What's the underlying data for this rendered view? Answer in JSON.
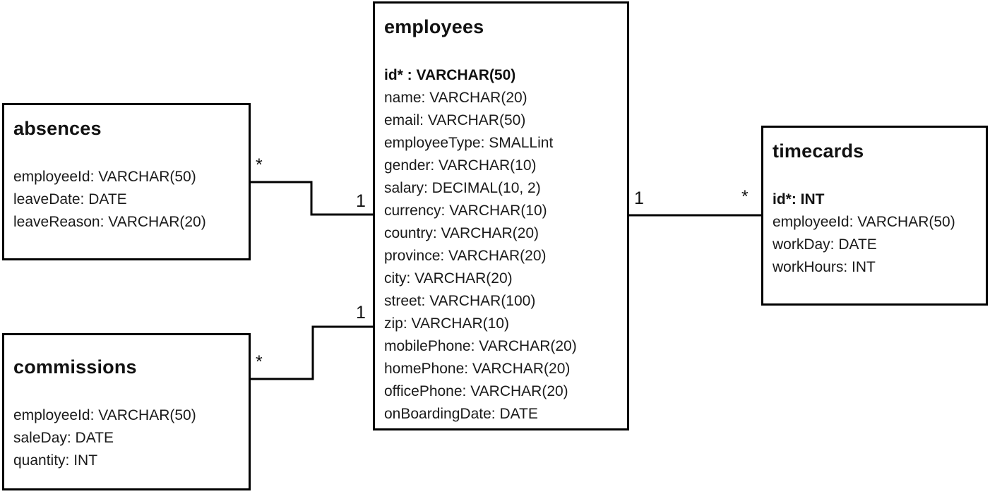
{
  "diagram": {
    "background_color": "#ffffff",
    "stroke_color": "#000000",
    "text_color": "#1a1a1a"
  },
  "entities": {
    "employees": {
      "title": "employees",
      "fields": [
        {
          "text": "id* : VARCHAR(50)",
          "bold": true
        },
        {
          "text": "name: VARCHAR(20)",
          "bold": false
        },
        {
          "text": "email: VARCHAR(50)",
          "bold": false
        },
        {
          "text": "employeeType: SMALLint",
          "bold": false
        },
        {
          "text": "gender: VARCHAR(10)",
          "bold": false
        },
        {
          "text": "salary: DECIMAL(10, 2)",
          "bold": false
        },
        {
          "text": "currency: VARCHAR(10)",
          "bold": false
        },
        {
          "text": "country: VARCHAR(20)",
          "bold": false
        },
        {
          "text": "province: VARCHAR(20)",
          "bold": false
        },
        {
          "text": "city: VARCHAR(20)",
          "bold": false
        },
        {
          "text": "street: VARCHAR(100)",
          "bold": false
        },
        {
          "text": "zip: VARCHAR(10)",
          "bold": false
        },
        {
          "text": "mobilePhone: VARCHAR(20)",
          "bold": false
        },
        {
          "text": "homePhone: VARCHAR(20)",
          "bold": false
        },
        {
          "text": "officePhone: VARCHAR(20)",
          "bold": false
        },
        {
          "text": "onBoardingDate: DATE",
          "bold": false
        }
      ]
    },
    "absences": {
      "title": "absences",
      "fields": [
        {
          "text": "employeeId: VARCHAR(50)",
          "bold": false
        },
        {
          "text": "leaveDate: DATE",
          "bold": false
        },
        {
          "text": "leaveReason: VARCHAR(20)",
          "bold": false
        }
      ]
    },
    "commissions": {
      "title": "commissions",
      "fields": [
        {
          "text": "employeeId: VARCHAR(50)",
          "bold": false
        },
        {
          "text": "saleDay: DATE",
          "bold": false
        },
        {
          "text": "quantity: INT",
          "bold": false
        }
      ]
    },
    "timecards": {
      "title": "timecards",
      "fields": [
        {
          "text": "id*: INT",
          "bold": true
        },
        {
          "text": "employeeId: VARCHAR(50)",
          "bold": false
        },
        {
          "text": "workDay: DATE",
          "bold": false
        },
        {
          "text": "workHours: INT",
          "bold": false
        }
      ]
    }
  },
  "connections": [
    {
      "from": "absences",
      "to": "employees",
      "from_label": "*",
      "to_label": "1"
    },
    {
      "from": "commissions",
      "to": "employees",
      "from_label": "*",
      "to_label": "1"
    },
    {
      "from": "employees",
      "to": "timecards",
      "from_label": "1",
      "to_label": "*"
    }
  ]
}
